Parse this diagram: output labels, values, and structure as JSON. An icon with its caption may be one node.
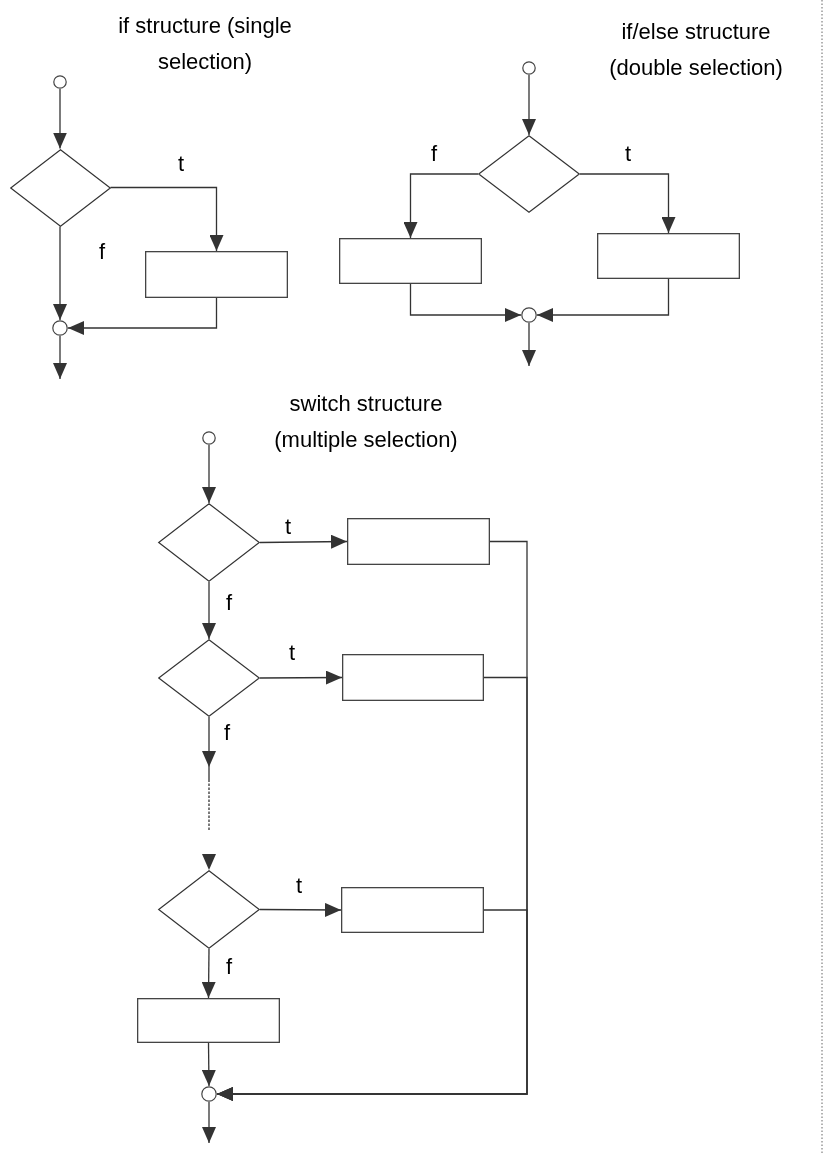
{
  "diagram": {
    "nodes": [
      {
        "text": [],
        "shape": "circle"
      },
      {
        "text": [],
        "shape": "diamond"
      },
      {
        "text": [],
        "shape": "box"
      },
      {
        "text": [],
        "shape": "circle"
      },
      {
        "text": [],
        "shape": "circle"
      },
      {
        "text": [],
        "shape": "diamond"
      },
      {
        "text": [],
        "shape": "box"
      },
      {
        "text": [],
        "shape": "box"
      },
      {
        "text": [],
        "shape": "circle"
      },
      {
        "text": [],
        "shape": "circle"
      },
      {
        "text": [],
        "shape": "diamond"
      },
      {
        "text": [],
        "shape": "box"
      },
      {
        "text": [],
        "shape": "diamond"
      },
      {
        "text": [],
        "shape": "box"
      },
      {
        "text": [],
        "shape": "diamond"
      },
      {
        "text": [],
        "shape": "box"
      },
      {
        "text": [],
        "shape": "box"
      },
      {
        "text": [],
        "shape": "circle"
      }
    ],
    "edges": [
      {
        "from": 0,
        "to": 1,
        "arrow": "to"
      },
      {
        "from": 1,
        "to": 2,
        "arrow": "to",
        "label": "t"
      },
      {
        "from": 1,
        "to": 3,
        "arrow": "to",
        "label": "f"
      },
      {
        "from": 2,
        "to": 3,
        "arrow": "to"
      },
      {
        "from": 3,
        "to": null,
        "arrow": "to"
      },
      {
        "from": 4,
        "to": 5,
        "arrow": "to"
      },
      {
        "from": 5,
        "to": 6,
        "arrow": "to",
        "label": "f"
      },
      {
        "from": 5,
        "to": 7,
        "arrow": "to",
        "label": "t"
      },
      {
        "from": 6,
        "to": 8,
        "arrow": "to"
      },
      {
        "from": 7,
        "to": 8,
        "arrow": "to"
      },
      {
        "from": 8,
        "to": null,
        "arrow": "to"
      },
      {
        "from": 9,
        "to": 10,
        "arrow": "to"
      },
      {
        "from": 10,
        "to": 11,
        "arrow": "to",
        "label": "t"
      },
      {
        "from": 10,
        "to": 12,
        "arrow": "to",
        "label": "f"
      },
      {
        "from": 12,
        "to": 13,
        "arrow": "to",
        "label": "t"
      },
      {
        "from": 12,
        "to": 14,
        "arrow": "to",
        "label": "f",
        "style": "dashed"
      },
      {
        "from": 14,
        "to": 15,
        "arrow": "to",
        "label": "t"
      },
      {
        "from": 14,
        "to": 16,
        "arrow": "to",
        "label": "f"
      },
      {
        "from": 16,
        "to": 17,
        "arrow": "to"
      },
      {
        "from": 11,
        "to": 17,
        "arrow": "to"
      },
      {
        "from": 13,
        "to": 17,
        "arrow": "to"
      },
      {
        "from": 15,
        "to": 17,
        "arrow": "to"
      },
      {
        "from": 17,
        "to": null,
        "arrow": "to"
      }
    ],
    "labels": [
      "if structure (single selection)",
      "if/else structure (double selection)",
      "switch structure (multiple selection)"
    ]
  }
}
